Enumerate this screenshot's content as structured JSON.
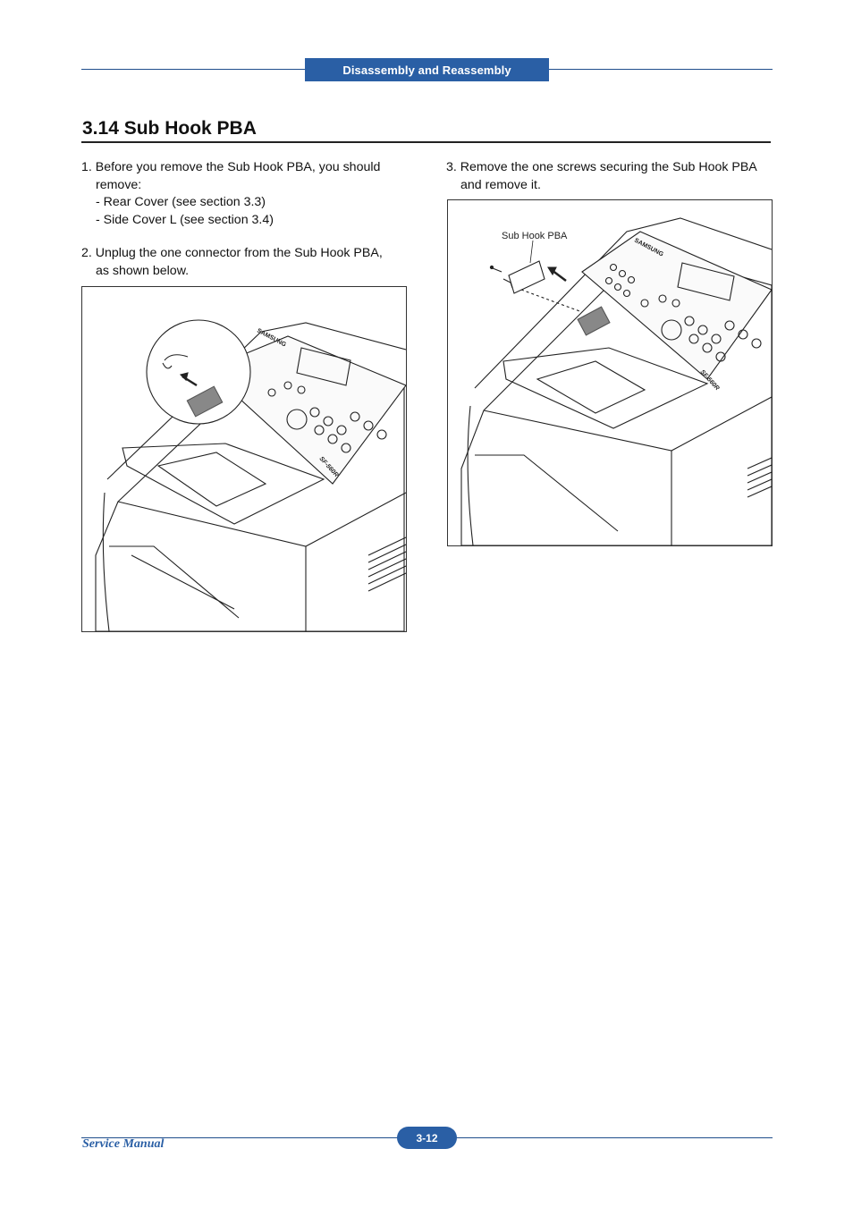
{
  "header": {
    "section_tab": "Disassembly and Reassembly"
  },
  "section": {
    "title": "3.14  Sub Hook PBA"
  },
  "steps": {
    "s1_line1": "1. Before you remove the Sub Hook PBA, you should",
    "s1_line2": "remove:",
    "s1_item1": "- Rear Cover (see section 3.3)",
    "s1_item2": "- Side Cover L (see section 3.4)",
    "s2_line1": "2. Unplug the one connector from the Sub Hook PBA,",
    "s2_line2": "as shown below.",
    "s3_line1": "3. Remove the one screws securing the Sub Hook PBA",
    "s3_line2": "and remove it."
  },
  "figures": {
    "brand": "SAMSUNG",
    "model": "SF-560R",
    "callout": "Sub Hook PBA"
  },
  "footer": {
    "manual": "Service Manual",
    "page": "3-12"
  }
}
